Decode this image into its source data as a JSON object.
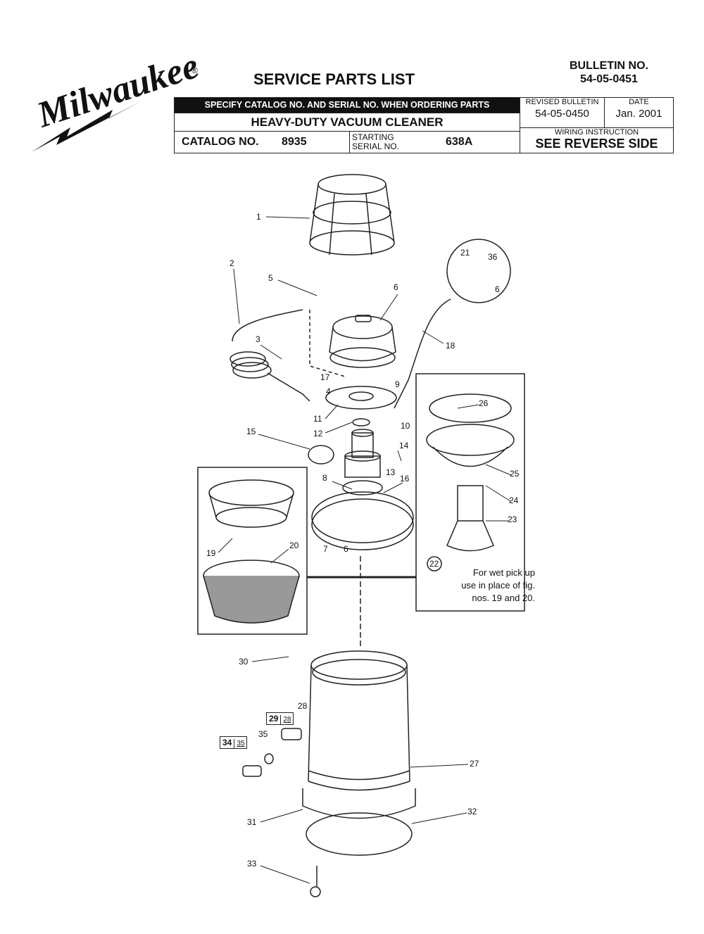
{
  "brand": {
    "logo_text": "Milwaukee",
    "registered_mark": "®"
  },
  "header": {
    "title": "SERVICE PARTS LIST",
    "bulletin_label": "BULLETIN NO.",
    "bulletin_number": "54-05-0451",
    "ordering_notice": "SPECIFY CATALOG NO. AND SERIAL NO. WHEN ORDERING PARTS",
    "product_name": "HEAVY-DUTY VACUUM CLEANER",
    "catalog_label": "CATALOG NO.",
    "catalog_number": "8935",
    "serial_label_1": "STARTING",
    "serial_label_2": "SERIAL NO.",
    "serial_number": "638A",
    "revised_label": "REVISED BULLETIN",
    "revised_number": "54-05-0450",
    "date_label": "DATE",
    "date_value": "Jan. 2001",
    "wiring_label": "WIRING INSTRUCTION",
    "wiring_value": "SEE REVERSE SIDE"
  },
  "callouts": {
    "c1": "1",
    "c2": "2",
    "c3": "3",
    "c4": "4",
    "c5": "5",
    "c6": "6",
    "c6b": "6",
    "c7": "7",
    "c7b": "6",
    "c8": "8",
    "c9": "9",
    "c10": "10",
    "c11": "11",
    "c12": "12",
    "c13": "13",
    "c14": "14",
    "c15": "15",
    "c16": "16",
    "c17": "17",
    "c18": "18",
    "c19": "19",
    "c20": "20",
    "c21": "21",
    "c22": "22",
    "c23": "23",
    "c24": "24",
    "c25": "25",
    "c26": "26",
    "c27": "27",
    "c28": "28",
    "c29": "29",
    "c29sub": "28",
    "c30": "30",
    "c31": "31",
    "c32": "32",
    "c33": "33",
    "c34": "34",
    "c34sub": "35",
    "c35": "35",
    "c36": "36"
  },
  "note": {
    "line1": "For wet pick up",
    "line2": "use in place of fig.",
    "line3": "nos. 19 and 20."
  }
}
